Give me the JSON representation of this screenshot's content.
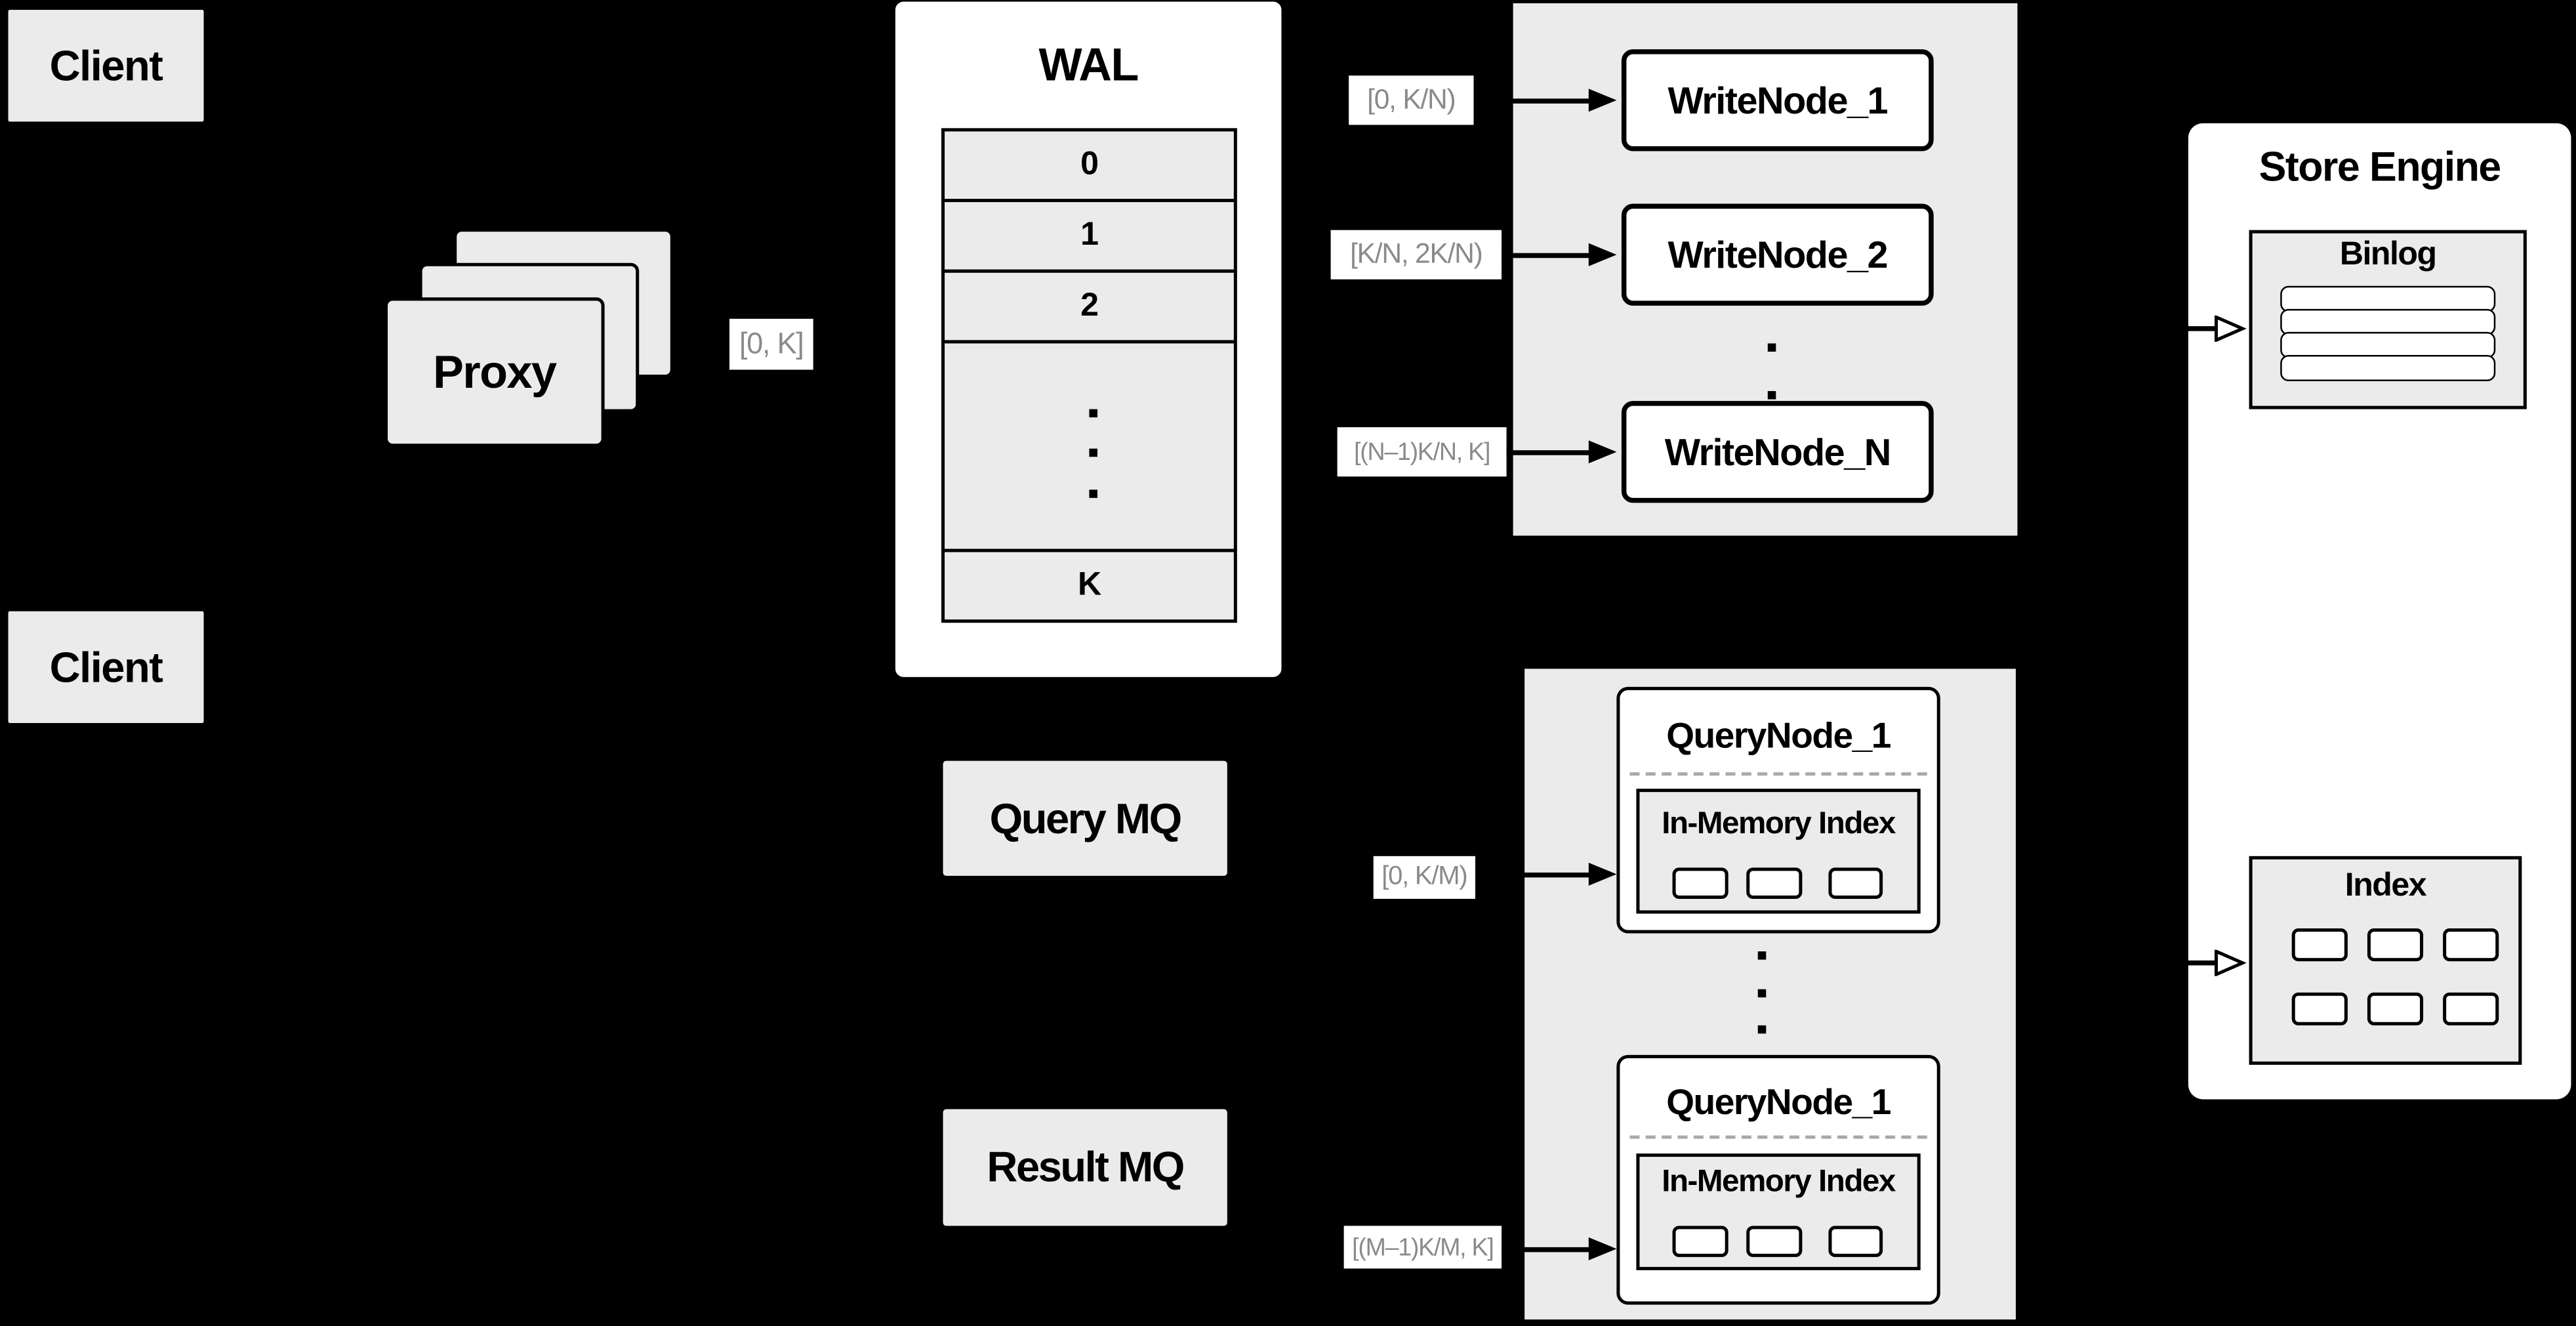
{
  "colors": {
    "background": "#000000",
    "panel_gray": "#ebebeb",
    "box_white": "#ffffff",
    "border_black": "#000000",
    "label_text_gray": "#8a8a8a",
    "dash_gray": "#a9a9a9"
  },
  "clients": {
    "top_label": "Client",
    "bottom_label": "Client"
  },
  "proxy": {
    "label": "Proxy",
    "range_label": "[0, K]"
  },
  "wal": {
    "title": "WAL",
    "row_0": "0",
    "row_1": "1",
    "row_2": "2",
    "row_last": "K"
  },
  "write_cluster": {
    "node_1": {
      "range": "[0, K/N)",
      "name": "WriteNode_1"
    },
    "node_2": {
      "range": "[K/N, 2K/N)",
      "name": "WriteNode_2"
    },
    "node_n": {
      "range": "[(N–1)K/N, K]",
      "name": "WriteNode_N"
    }
  },
  "store_engine": {
    "title": "Store Engine",
    "binlog_title": "Binlog",
    "index_title": "Index"
  },
  "mq": {
    "query_label": "Query MQ",
    "result_label": "Result MQ"
  },
  "query_cluster": {
    "node_top": {
      "range": "[0, K/M)",
      "name": "QueryNode_1",
      "memory_label": "In-Memory Index"
    },
    "node_bottom": {
      "range": "[(M–1)K/M, K]",
      "name": "QueryNode_1",
      "memory_label": "In-Memory Index"
    }
  }
}
